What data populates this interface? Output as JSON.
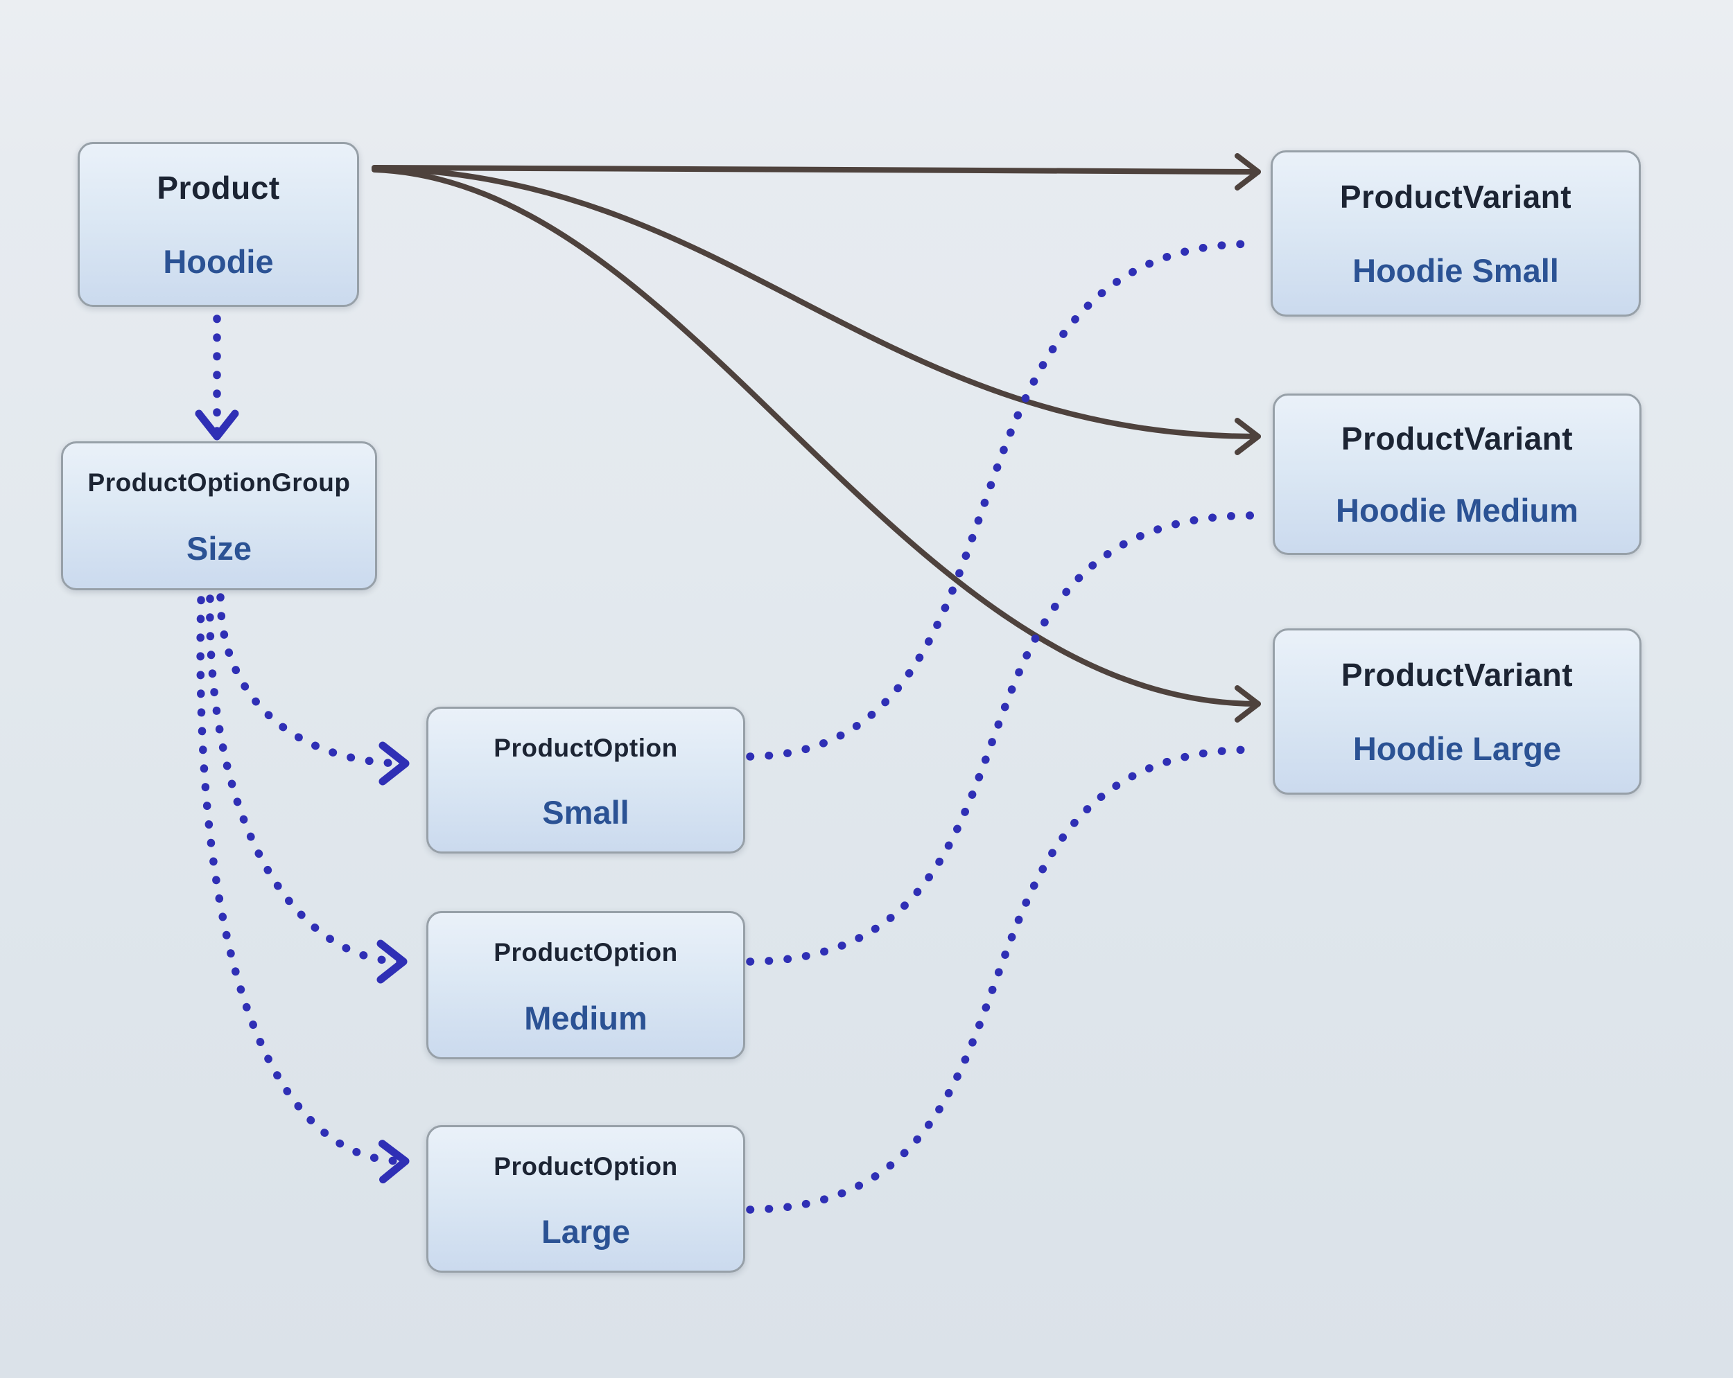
{
  "diagram": {
    "nodes": [
      {
        "id": "product",
        "type": "Product",
        "value": "Hoodie"
      },
      {
        "id": "optionGroup",
        "type": "ProductOptionGroup",
        "value": "Size"
      },
      {
        "id": "optionSmall",
        "type": "ProductOption",
        "value": "Small"
      },
      {
        "id": "optionMedium",
        "type": "ProductOption",
        "value": "Medium"
      },
      {
        "id": "optionLarge",
        "type": "ProductOption",
        "value": "Large"
      },
      {
        "id": "variantSmall",
        "type": "ProductVariant",
        "value": "Hoodie Small"
      },
      {
        "id": "variantMedium",
        "type": "ProductVariant",
        "value": "Hoodie Medium"
      },
      {
        "id": "variantLarge",
        "type": "ProductVariant",
        "value": "Hoodie Large"
      }
    ],
    "edges": [
      {
        "from": "product",
        "to": "variantSmall",
        "style": "solid",
        "arrow": true
      },
      {
        "from": "product",
        "to": "variantMedium",
        "style": "solid",
        "arrow": true
      },
      {
        "from": "product",
        "to": "variantLarge",
        "style": "solid",
        "arrow": true
      },
      {
        "from": "product",
        "to": "optionGroup",
        "style": "dotted",
        "arrow": true
      },
      {
        "from": "optionGroup",
        "to": "optionSmall",
        "style": "dotted",
        "arrow": true
      },
      {
        "from": "optionGroup",
        "to": "optionMedium",
        "style": "dotted",
        "arrow": true
      },
      {
        "from": "optionGroup",
        "to": "optionLarge",
        "style": "dotted",
        "arrow": true
      },
      {
        "from": "optionSmall",
        "to": "variantSmall",
        "style": "dotted",
        "arrow": false
      },
      {
        "from": "optionMedium",
        "to": "variantMedium",
        "style": "dotted",
        "arrow": false
      },
      {
        "from": "optionLarge",
        "to": "variantLarge",
        "style": "dotted",
        "arrow": false
      }
    ],
    "colors": {
      "solid_edge": "#4e423d",
      "dotted_edge": "#2f2fb5",
      "node_title": "#1c2433",
      "node_value": "#2b5294",
      "node_fill_top": "#eaf1f9",
      "node_fill_bottom": "#cbdaee",
      "node_border": "#97a0a8"
    }
  }
}
